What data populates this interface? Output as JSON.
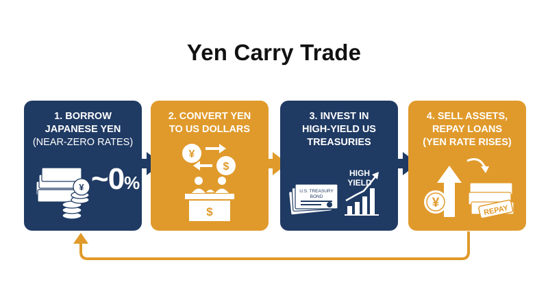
{
  "title": "Yen Carry Trade",
  "steps": [
    {
      "line1": "1. BORROW",
      "line2": "JAPANESE YEN",
      "line3": "(NEAR-ZERO RATES)",
      "figure": "~0",
      "figure_unit": "%"
    },
    {
      "line1": "2. CONVERT YEN",
      "line2": "TO US DOLLARS",
      "line3": ""
    },
    {
      "line1": "3. INVEST IN",
      "line2": "HIGH-YIELD US",
      "line3": "TREASURIES",
      "chart_label_1": "HIGH",
      "chart_label_2": "YIELD",
      "bond_line1": "U.S. TREASURY",
      "bond_line2": "BOND"
    },
    {
      "line1": "4. SELL ASSETS,",
      "line2": "REPAY LOANS",
      "line3": "(YEN RATE RISES)",
      "stamp": "REPAY"
    }
  ],
  "symbols": {
    "yen": "¥",
    "dollar": "$"
  },
  "colors": {
    "navy": "#1f3a63",
    "gold": "#e09a2b",
    "title": "#111111"
  },
  "icons": [
    "cash-stack-icon",
    "coin-stack-icon",
    "currency-exchange-icon",
    "desk-clerks-icon",
    "treasury-bond-icon",
    "bar-chart-icon",
    "up-arrow-icon",
    "repay-cash-icon",
    "loop-arrow-icon"
  ]
}
